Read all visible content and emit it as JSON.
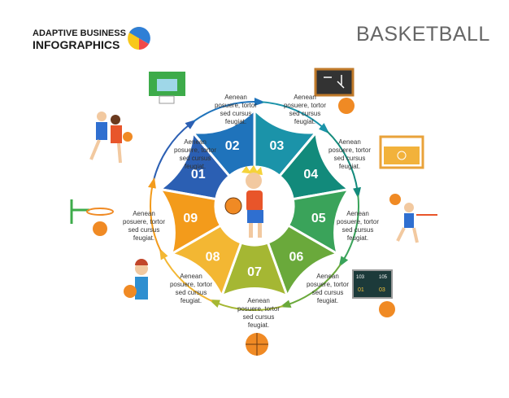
{
  "header": {
    "brand_line1": "ADAPTIVE BUSINESS",
    "brand_line2": "INFOGRAPHICS",
    "title": "BASKETBALL"
  },
  "colors": {
    "brand_pie": [
      "#2f7fd6",
      "#f04a4a",
      "#f8c81c"
    ]
  },
  "segments": [
    {
      "label": "01",
      "color": "#2b5fb3",
      "text": [
        "Aenean",
        "posuere, tortor",
        "sed cursus",
        "feugiat."
      ]
    },
    {
      "label": "02",
      "color": "#1f73bb",
      "text": [
        "Aenean",
        "posuere, tortor",
        "sed cursus",
        "feugiat."
      ]
    },
    {
      "label": "03",
      "color": "#1b93a9",
      "text": [
        "Aenean",
        "posuere, tortor",
        "sed cursus",
        "feugiat."
      ]
    },
    {
      "label": "04",
      "color": "#128a7b",
      "text": [
        "Aenean",
        "posuere, tortor",
        "sed cursus",
        "feugiat."
      ]
    },
    {
      "label": "05",
      "color": "#3aa35a",
      "text": [
        "Aenean",
        "posuere, tortor",
        "sed cursus",
        "feugiat."
      ]
    },
    {
      "label": "06",
      "color": "#6aa93b",
      "text": [
        "Aenean",
        "posuere, tortor",
        "sed cursus",
        "feugiat."
      ]
    },
    {
      "label": "07",
      "color": "#a5b733",
      "text": [
        "Aenean",
        "posuere, tortor",
        "sed cursus",
        "feugiat."
      ]
    },
    {
      "label": "08",
      "color": "#f3b733",
      "text": [
        "Aenean",
        "posuere, tortor",
        "sed cursus",
        "feugiat."
      ]
    },
    {
      "label": "09",
      "color": "#f39b1b",
      "text": [
        "Aenean",
        "posuere, tortor",
        "sed cursus",
        "feugiat."
      ]
    }
  ],
  "scoreboard": {
    "left": "103",
    "right": "105",
    "p1": "01",
    "p2": "03"
  }
}
